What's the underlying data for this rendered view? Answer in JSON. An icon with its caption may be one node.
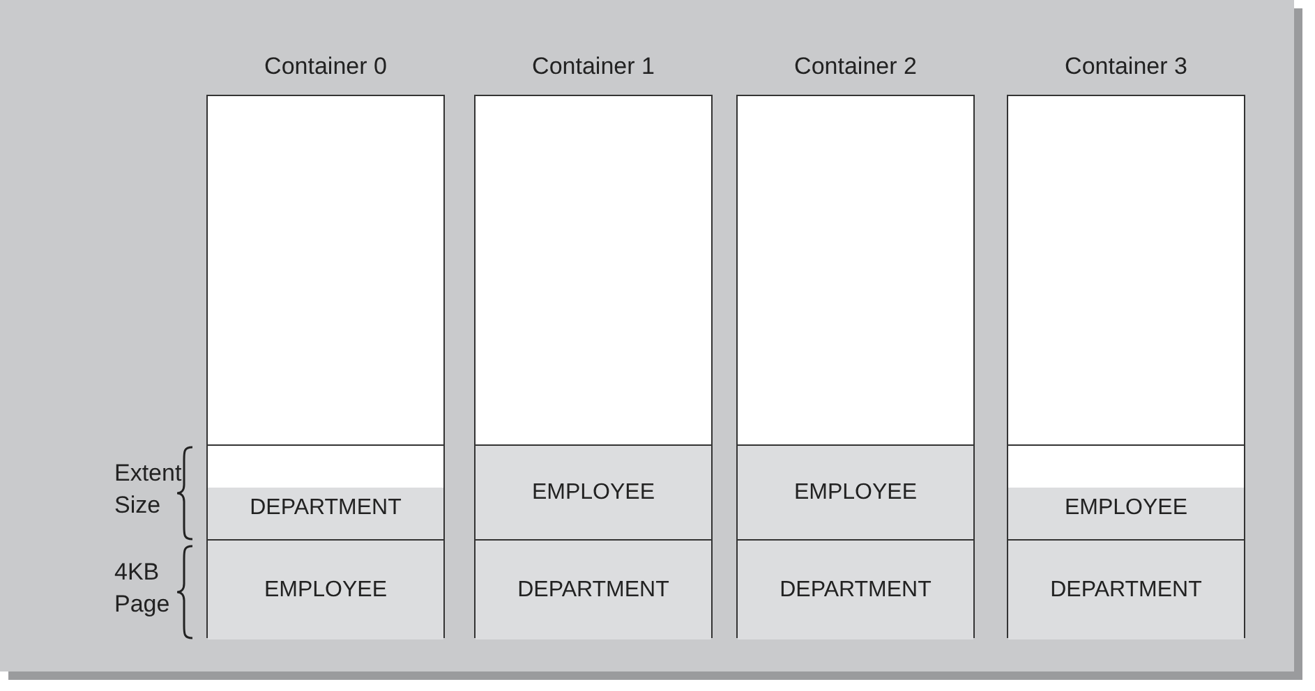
{
  "diagram": {
    "nodes": [
      {
        "text": [
          "Container 0"
        ]
      },
      {
        "text": [
          "DEPARTMENT"
        ],
        "in": 0
      },
      {
        "text": [
          "EMPLOYEE"
        ],
        "in": 0
      },
      {
        "text": [
          "Container 1"
        ]
      },
      {
        "text": [
          "EMPLOYEE"
        ],
        "in": 3
      },
      {
        "text": [
          "DEPARTMENT"
        ],
        "in": 3
      },
      {
        "text": [
          "Container 2"
        ]
      },
      {
        "text": [
          "EMPLOYEE"
        ],
        "in": 6
      },
      {
        "text": [
          "DEPARTMENT"
        ],
        "in": 6
      },
      {
        "text": [
          "Container 3"
        ]
      },
      {
        "text": [
          "EMPLOYEE"
        ],
        "in": 9
      },
      {
        "text": [
          "DEPARTMENT"
        ],
        "in": 9
      }
    ],
    "edges": [],
    "labels": [
      "Extent Size",
      "4KB Page"
    ]
  }
}
